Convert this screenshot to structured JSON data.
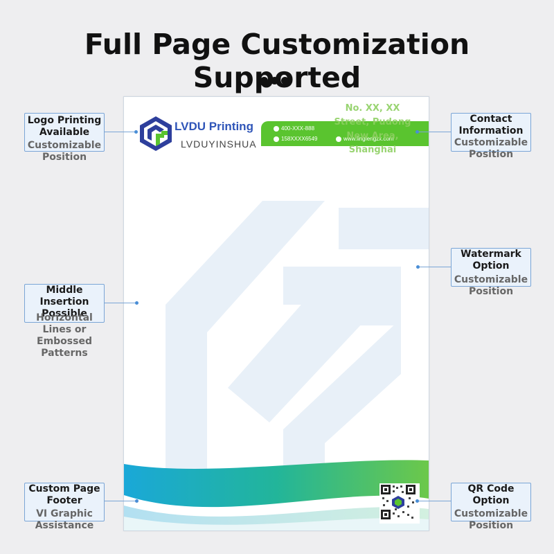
{
  "headline": "Full Page Customization Supported",
  "letterhead": {
    "brand_name": "LVDU Printing",
    "brand_pinyin": "LVDUYINSHUA",
    "phone": "400-XXX-888",
    "mobile": "158XXXX6549",
    "website": "www.lingfengzx.com",
    "address": "No. XX, XX Street, Pudong New Area, Shanghai",
    "colors": {
      "brand_blue": "#2f55b8",
      "brand_green": "#5ac42f",
      "footer_teal": "#1fb0a8"
    }
  },
  "callouts": {
    "logo": {
      "title": "Logo Printing Available",
      "sub": "Customizable Position"
    },
    "contact": {
      "title": "Contact Information",
      "sub": "Customizable Position"
    },
    "watermark": {
      "title": "Watermark Option",
      "sub": "Customizable Position"
    },
    "middle": {
      "title": "Middle Insertion Possible",
      "sub": "Horizontal Lines or Embossed Patterns"
    },
    "footer": {
      "title": "Custom Page Footer",
      "sub": "VI Graphic Assistance"
    },
    "qr": {
      "title": "QR Code Option",
      "sub": "Customizable Position"
    }
  }
}
